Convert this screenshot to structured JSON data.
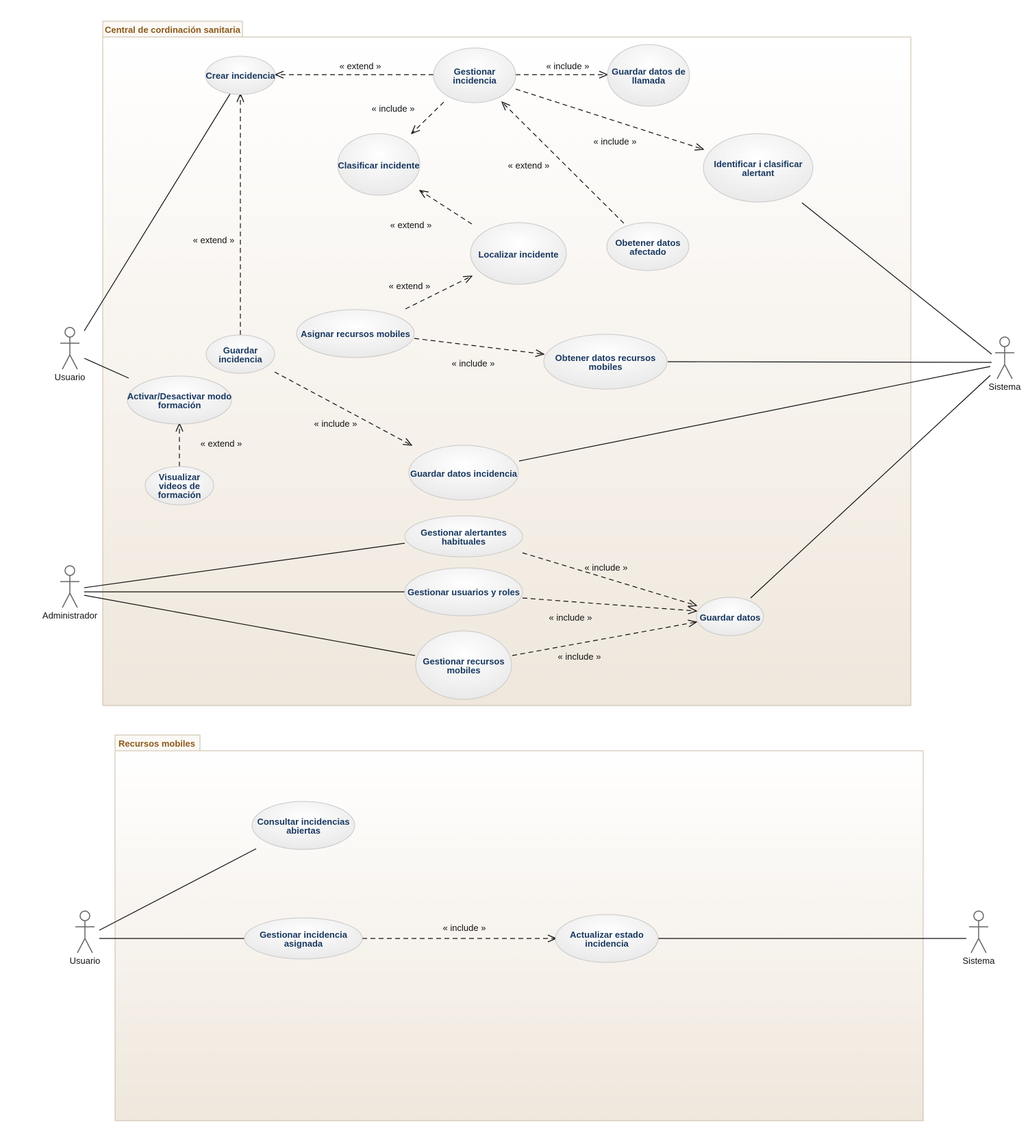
{
  "systems": [
    {
      "id": "central",
      "title": "Central de cordinación sanitaria"
    },
    {
      "id": "mobiles",
      "title": "Recursos mobiles"
    }
  ],
  "actors": {
    "usuario1": "Usuario",
    "administrador": "Administrador",
    "sistema1": "Sistema",
    "usuario2": "Usuario",
    "sistema2": "Sistema"
  },
  "usecases": {
    "crear_incidencia": [
      "Crear incidencia"
    ],
    "gestionar_incidencia": [
      "Gestionar",
      "incidencia"
    ],
    "guardar_datos_llamada": [
      "Guardar datos de",
      "llamada"
    ],
    "clasificar_incidente": [
      "Clasificar incidente"
    ],
    "identificar_alertant": [
      "Identificar i clasificar",
      "alertant"
    ],
    "localizar_incidente": [
      "Localizar incidente"
    ],
    "obtener_datos_afectado": [
      "Obetener datos",
      "afectado"
    ],
    "asignar_recursos": [
      "Asignar recursos mobiles"
    ],
    "obtener_datos_recursos": [
      "Obtener datos recursos",
      "mobiles"
    ],
    "guardar_incidencia": [
      "Guardar",
      "incidencia"
    ],
    "activar_formacion": [
      "Activar/Desactivar modo",
      "formación"
    ],
    "visualizar_videos": [
      "Visualizar",
      "videos de",
      "formación"
    ],
    "guardar_datos_incidencia": [
      "Guardar datos incidencia"
    ],
    "gestionar_alertantes": [
      "Gestionar alertantes",
      "habituales"
    ],
    "gestionar_usuarios": [
      "Gestionar usuarios y roles"
    ],
    "gestionar_recursos": [
      "Gestionar recursos",
      "mobiles"
    ],
    "guardar_datos": [
      "Guardar datos"
    ],
    "consultar_incidencias": [
      "Consultar incidencias",
      "abiertas"
    ],
    "gestionar_incidencia_asignada": [
      "Gestionar incidencia",
      "asignada"
    ],
    "actualizar_estado": [
      "Actualizar estado",
      "incidencia"
    ]
  },
  "relations": [
    {
      "id": "r1",
      "from": "gestionar_incidencia",
      "to": "crear_incidencia",
      "label": "« extend »"
    },
    {
      "id": "r2",
      "from": "gestionar_incidencia",
      "to": "guardar_datos_llamada",
      "label": "« include »"
    },
    {
      "id": "r3",
      "from": "gestionar_incidencia",
      "to": "clasificar_incidente",
      "label": "« include »"
    },
    {
      "id": "r4",
      "from": "gestionar_incidencia",
      "to": "identificar_alertant",
      "label": "« include »"
    },
    {
      "id": "r5",
      "from": "obtener_datos_afectado",
      "to": "gestionar_incidencia",
      "label": "« extend »"
    },
    {
      "id": "r6",
      "from": "localizar_incidente",
      "to": "clasificar_incidente",
      "label": "« extend »"
    },
    {
      "id": "r7",
      "from": "guardar_incidencia",
      "to": "crear_incidencia",
      "label": "« extend »"
    },
    {
      "id": "r8",
      "from": "asignar_recursos",
      "to": "localizar_incidente",
      "label": "« extend »"
    },
    {
      "id": "r9",
      "from": "asignar_recursos",
      "to": "obtener_datos_recursos",
      "label": "« include »"
    },
    {
      "id": "r10",
      "from": "guardar_incidencia",
      "to": "guardar_datos_incidencia",
      "label": "« include »"
    },
    {
      "id": "r11",
      "from": "visualizar_videos",
      "to": "activar_formacion",
      "label": "« extend »"
    },
    {
      "id": "r12",
      "from": "gestionar_alertantes",
      "to": "guardar_datos",
      "label": "« include »"
    },
    {
      "id": "r13",
      "from": "gestionar_usuarios",
      "to": "guardar_datos",
      "label": "« include »"
    },
    {
      "id": "r14",
      "from": "gestionar_recursos",
      "to": "guardar_datos",
      "label": "« include »"
    },
    {
      "id": "r15",
      "from": "gestionar_incidencia_asignada",
      "to": "actualizar_estado",
      "label": "« include »"
    }
  ],
  "colors": {
    "usecase_text": "#17375e",
    "frame_border": "#c9bba6",
    "frame_title": "#8a5a1a",
    "frame_fill_top": "#ffffff",
    "frame_fill_bottom": "#efe7dc"
  }
}
